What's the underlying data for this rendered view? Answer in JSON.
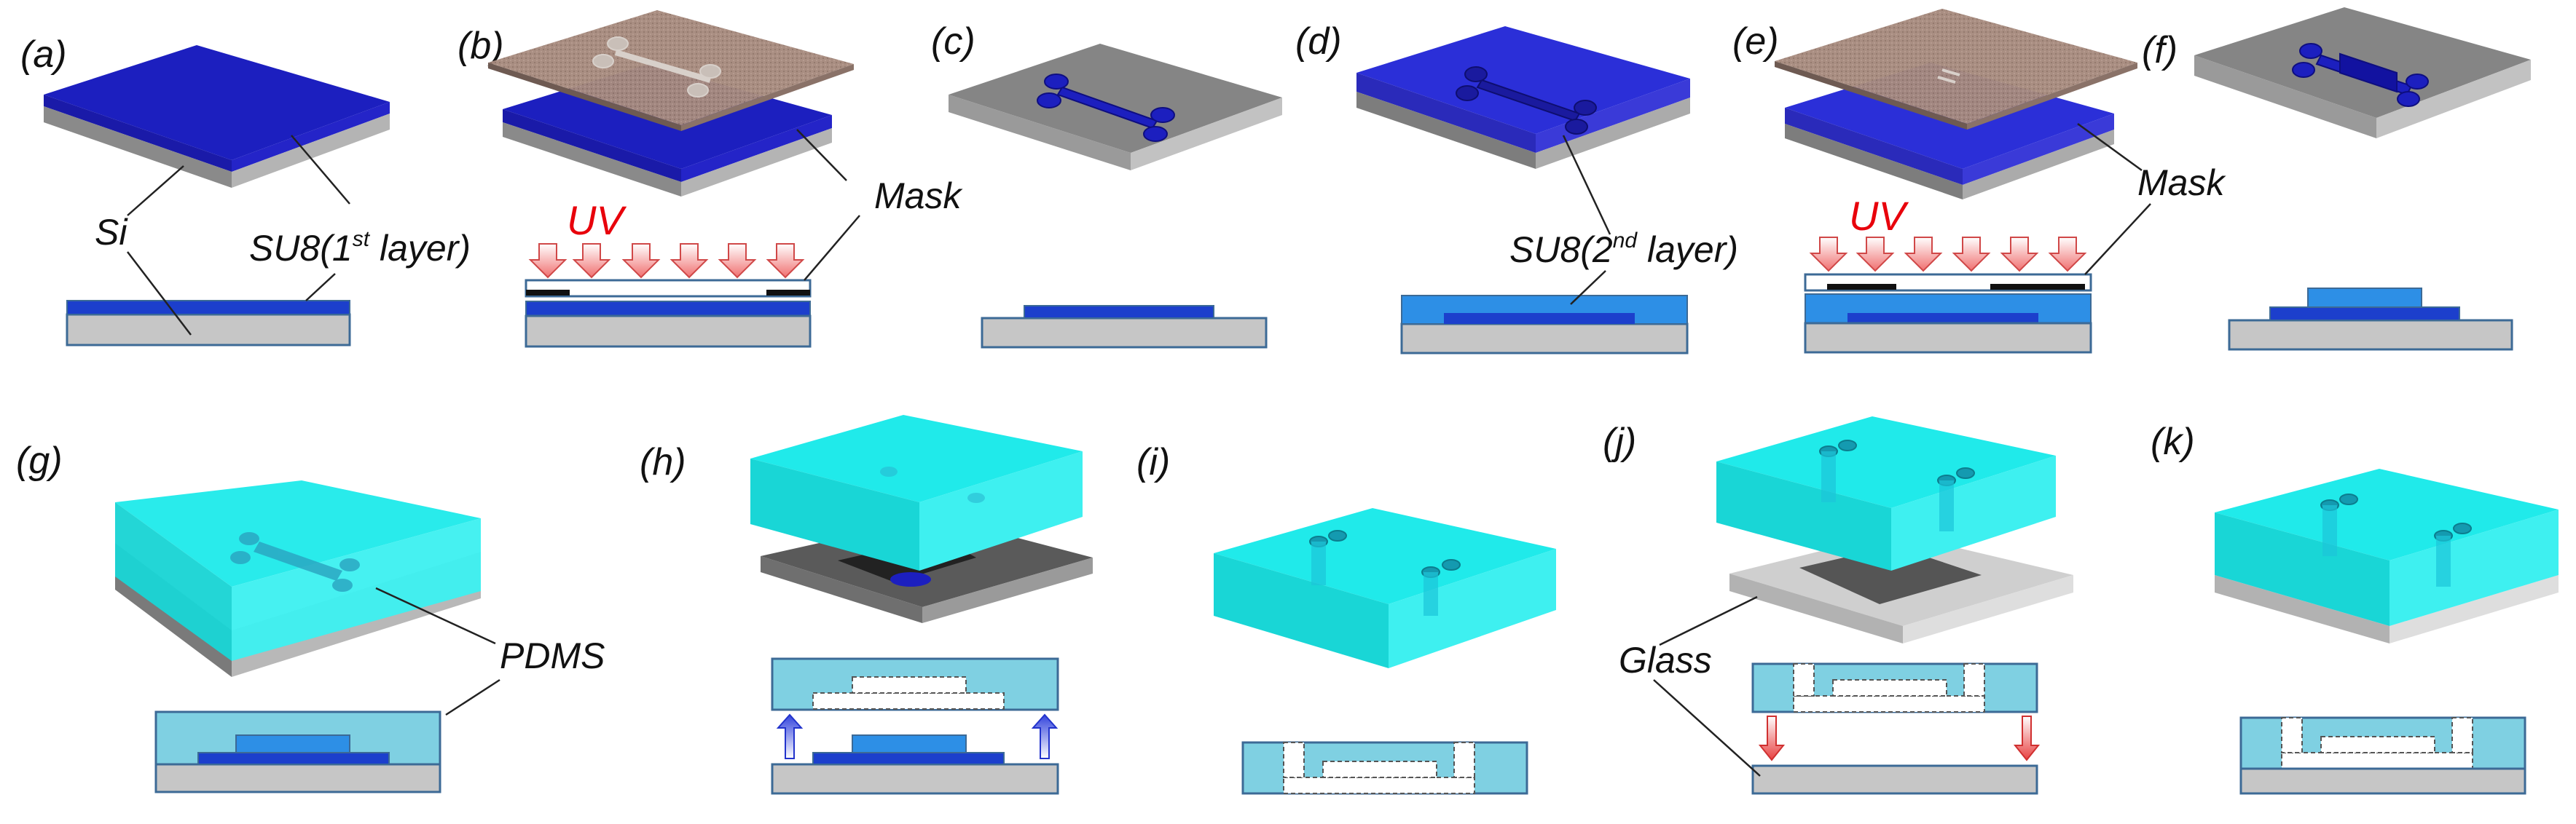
{
  "panels": [
    {
      "id": "a",
      "label": "(a)"
    },
    {
      "id": "b",
      "label": "(b)"
    },
    {
      "id": "c",
      "label": "(c)"
    },
    {
      "id": "d",
      "label": "(d)"
    },
    {
      "id": "e",
      "label": "(e)"
    },
    {
      "id": "f",
      "label": "(f)"
    },
    {
      "id": "g",
      "label": "(g)"
    },
    {
      "id": "h",
      "label": "(h)"
    },
    {
      "id": "i",
      "label": "(i)"
    },
    {
      "id": "j",
      "label": "(j)"
    },
    {
      "id": "k",
      "label": "(k)"
    }
  ],
  "labels": {
    "si": "Si",
    "su8_first_base": "SU8(1",
    "su8_first_sup": "st",
    "su8_first_end": " layer)",
    "su8_second_base": "SU8(2",
    "su8_second_sup": "nd",
    "su8_second_end": " layer)",
    "mask": "Mask",
    "uv": "UV",
    "pdms": "PDMS",
    "glass": "Glass"
  },
  "colors": {
    "su8": "#1c1fbf",
    "su8_light": "#2d8fe6",
    "silicon": "#c6c6c6",
    "silicon_dark": "#7d7d7d",
    "pdms": "#17e6e6",
    "pdms_xs": "#7fd0e2",
    "mask": "#a3887c",
    "uv_arrow": "#f08a8a",
    "release_arrow": "#2233cc"
  }
}
